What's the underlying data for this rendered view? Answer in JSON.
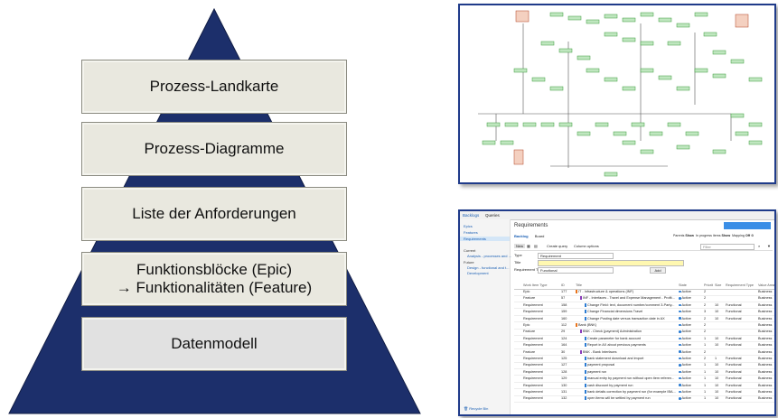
{
  "pyramid": {
    "layers": [
      {
        "lines": [
          "Prozess-Landkarte"
        ]
      },
      {
        "lines": [
          "Prozess-Diagramme"
        ]
      },
      {
        "lines": [
          "Liste der Anforderungen"
        ]
      },
      {
        "lines": [
          "Funktionsblöcke (Epic)",
          "→ Funktionalitäten (Feature)"
        ]
      },
      {
        "lines": [
          "Datenmodell"
        ]
      }
    ],
    "colors": {
      "triangle": "#1c2f6b",
      "layer_fill": "#e9e8df"
    }
  },
  "backlog": {
    "top_tabs": [
      "Backlogs",
      "Queries"
    ],
    "sidebar": {
      "items": [
        "Epics",
        "Features",
        "Requirements"
      ],
      "selected": "Requirements",
      "groups": [
        "Current",
        "Analysis - processes and ...",
        "Future",
        "Design - functional and t...",
        "Development"
      ],
      "recycle": "Recycle Bin"
    },
    "title": "Requirements",
    "tabs": [
      "Backlog",
      "Board"
    ],
    "toolbar": {
      "new": "New",
      "create_query": "Create query",
      "column_options": "Column options",
      "parents": "Parents",
      "parents_val": "Show",
      "in_progress": "In progress items",
      "in_progress_val": "Show",
      "mapping": "Mapping",
      "mapping_val": "Off",
      "filter": "Filter"
    },
    "query": {
      "type_label": "Type",
      "type_value": "Requirement",
      "title_label": "Title",
      "rtype_label": "Requirement Type",
      "rtype_value": "Functional",
      "add": "Add"
    },
    "columns": [
      "Work Item Type",
      "ID",
      "Title",
      "State",
      "Priority",
      "Size",
      "Requirement Type",
      "Value Area"
    ],
    "rows": [
      {
        "type": "Epic",
        "id": "177",
        "title": "IT - Infrastructure & operations (INF)",
        "state": "Active",
        "prio": "2",
        "size": "",
        "rtype": "",
        "val": "Business",
        "level": 0,
        "kind": "epic"
      },
      {
        "type": "Feature",
        "id": "57",
        "title": "INF - Interfaces - Travel and Expense Management - Profit...",
        "state": "Active",
        "prio": "2",
        "size": "",
        "rtype": "",
        "val": "Business",
        "level": 1,
        "kind": "feature"
      },
      {
        "type": "Requirement",
        "id": "158",
        "title": "Change Field: text, document number/comment 3-Party...",
        "state": "Active",
        "prio": "2",
        "size": "10",
        "rtype": "Functional",
        "val": "Business",
        "level": 2,
        "kind": "req"
      },
      {
        "type": "Requirement",
        "id": "159",
        "title": "Change Financial dimensions Travel",
        "state": "Active",
        "prio": "3",
        "size": "10",
        "rtype": "Functional",
        "val": "Business",
        "level": 2,
        "kind": "req"
      },
      {
        "type": "Requirement",
        "id": "160",
        "title": "Change Posting date versus transaction date in AX",
        "state": "Active",
        "prio": "2",
        "size": "10",
        "rtype": "Functional",
        "val": "Business",
        "level": 2,
        "kind": "req"
      },
      {
        "type": "Epic",
        "id": "112",
        "title": "Bank (BNK)",
        "state": "Active",
        "prio": "2",
        "size": "",
        "rtype": "",
        "val": "Business",
        "level": 0,
        "kind": "epic"
      },
      {
        "type": "Feature",
        "id": "29",
        "title": "BNK - Check (payment) Administration",
        "state": "Active",
        "prio": "2",
        "size": "",
        "rtype": "",
        "val": "Business",
        "level": 1,
        "kind": "feature"
      },
      {
        "type": "Requirement",
        "id": "124",
        "title": "Create parameter for bank account",
        "state": "Active",
        "prio": "1",
        "size": "10",
        "rtype": "Functional",
        "val": "Business",
        "level": 2,
        "kind": "req"
      },
      {
        "type": "Requirement",
        "id": "164",
        "title": "Report in AX about previous payments",
        "state": "Active",
        "prio": "1",
        "size": "10",
        "rtype": "Functional",
        "val": "Business",
        "level": 2,
        "kind": "req"
      },
      {
        "type": "Feature",
        "id": "30",
        "title": "BNK - Bank Interfaces",
        "state": "Active",
        "prio": "2",
        "size": "",
        "rtype": "",
        "val": "Business",
        "level": 1,
        "kind": "feature"
      },
      {
        "type": "Requirement",
        "id": "125",
        "title": "bank statement download and import",
        "state": "Active",
        "prio": "2",
        "size": "1",
        "rtype": "Functional",
        "val": "Business",
        "level": 2,
        "kind": "req"
      },
      {
        "type": "Requirement",
        "id": "127",
        "title": "payment proposal",
        "state": "Active",
        "prio": "1",
        "size": "10",
        "rtype": "Functional",
        "val": "Business",
        "level": 2,
        "kind": "req"
      },
      {
        "type": "Requirement",
        "id": "128",
        "title": "payment run",
        "state": "Active",
        "prio": "1",
        "size": "10",
        "rtype": "Functional",
        "val": "Business",
        "level": 2,
        "kind": "req"
      },
      {
        "type": "Requirement",
        "id": "129",
        "title": "manual entry by payment run without open item referen...",
        "state": "Active",
        "prio": "1",
        "size": "10",
        "rtype": "Functional",
        "val": "Business",
        "level": 2,
        "kind": "req"
      },
      {
        "type": "Requirement",
        "id": "130",
        "title": "cash discount by payment run",
        "state": "Active",
        "prio": "1",
        "size": "10",
        "rtype": "Functional",
        "val": "Business",
        "level": 2,
        "kind": "req"
      },
      {
        "type": "Requirement",
        "id": "131",
        "title": "bank details correction by payment run (for example IBA...",
        "state": "Active",
        "prio": "1",
        "size": "10",
        "rtype": "Functional",
        "val": "Business",
        "level": 2,
        "kind": "req"
      },
      {
        "type": "Requirement",
        "id": "132",
        "title": "open items will be settled by payment run",
        "state": "Active",
        "prio": "1",
        "size": "10",
        "rtype": "Functional",
        "val": "Business",
        "level": 2,
        "kind": "req"
      }
    ]
  }
}
